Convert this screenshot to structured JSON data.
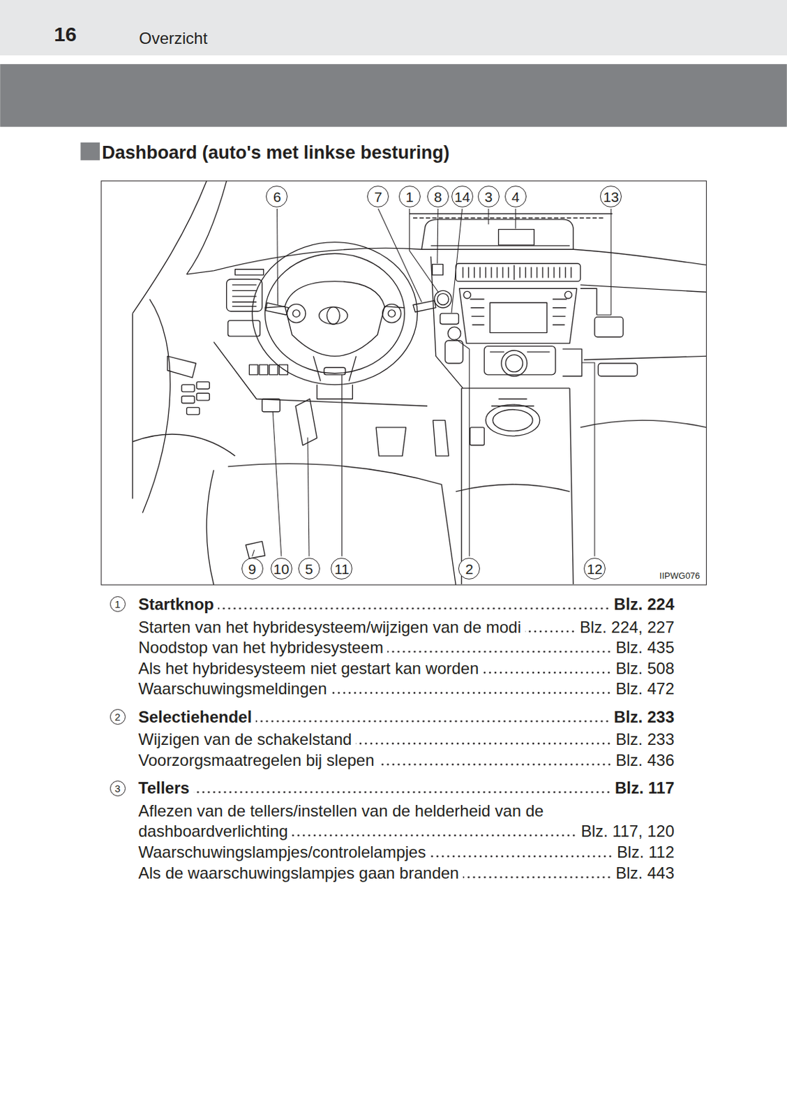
{
  "diagram": {
    "title": "Dashboard (auto's met linkse besturing)",
    "nodes": [
      {
        "text": [
          "16",
          "Overzicht"
        ]
      }
    ],
    "labels": [
      "6",
      "7",
      "1",
      "8",
      "14",
      "3",
      "4",
      "13",
      "9",
      "10",
      "5",
      "11",
      "2",
      "12",
      "IIPWG076",
      "1",
      "Startknop",
      "Blz. 224",
      "Starten van het hybridesysteem/wijzigen van de modi",
      "Blz. 224, 227",
      "Noodstop van het hybridesysteem",
      "Blz. 435",
      "Als het hybridesysteem niet gestart kan worden",
      "Blz. 508",
      "Waarschuwingsmeldingen",
      "Blz. 472",
      "2",
      "Selectiehendel",
      "Blz. 233",
      "Wijzigen van de schakelstand",
      "Blz. 233",
      "Voorzorgsmaatregelen bij slepen",
      "Blz. 436",
      "3",
      "Tellers",
      "Blz. 117",
      "Aflezen van de tellers/instellen van de helderheid van de dashboardverlichting",
      "Blz. 117, 120",
      "Waarschuwingslampjes/controlelampjes",
      "Blz. 112",
      "Als de waarschuwingslampjes gaan branden",
      "Blz. 443"
    ]
  }
}
